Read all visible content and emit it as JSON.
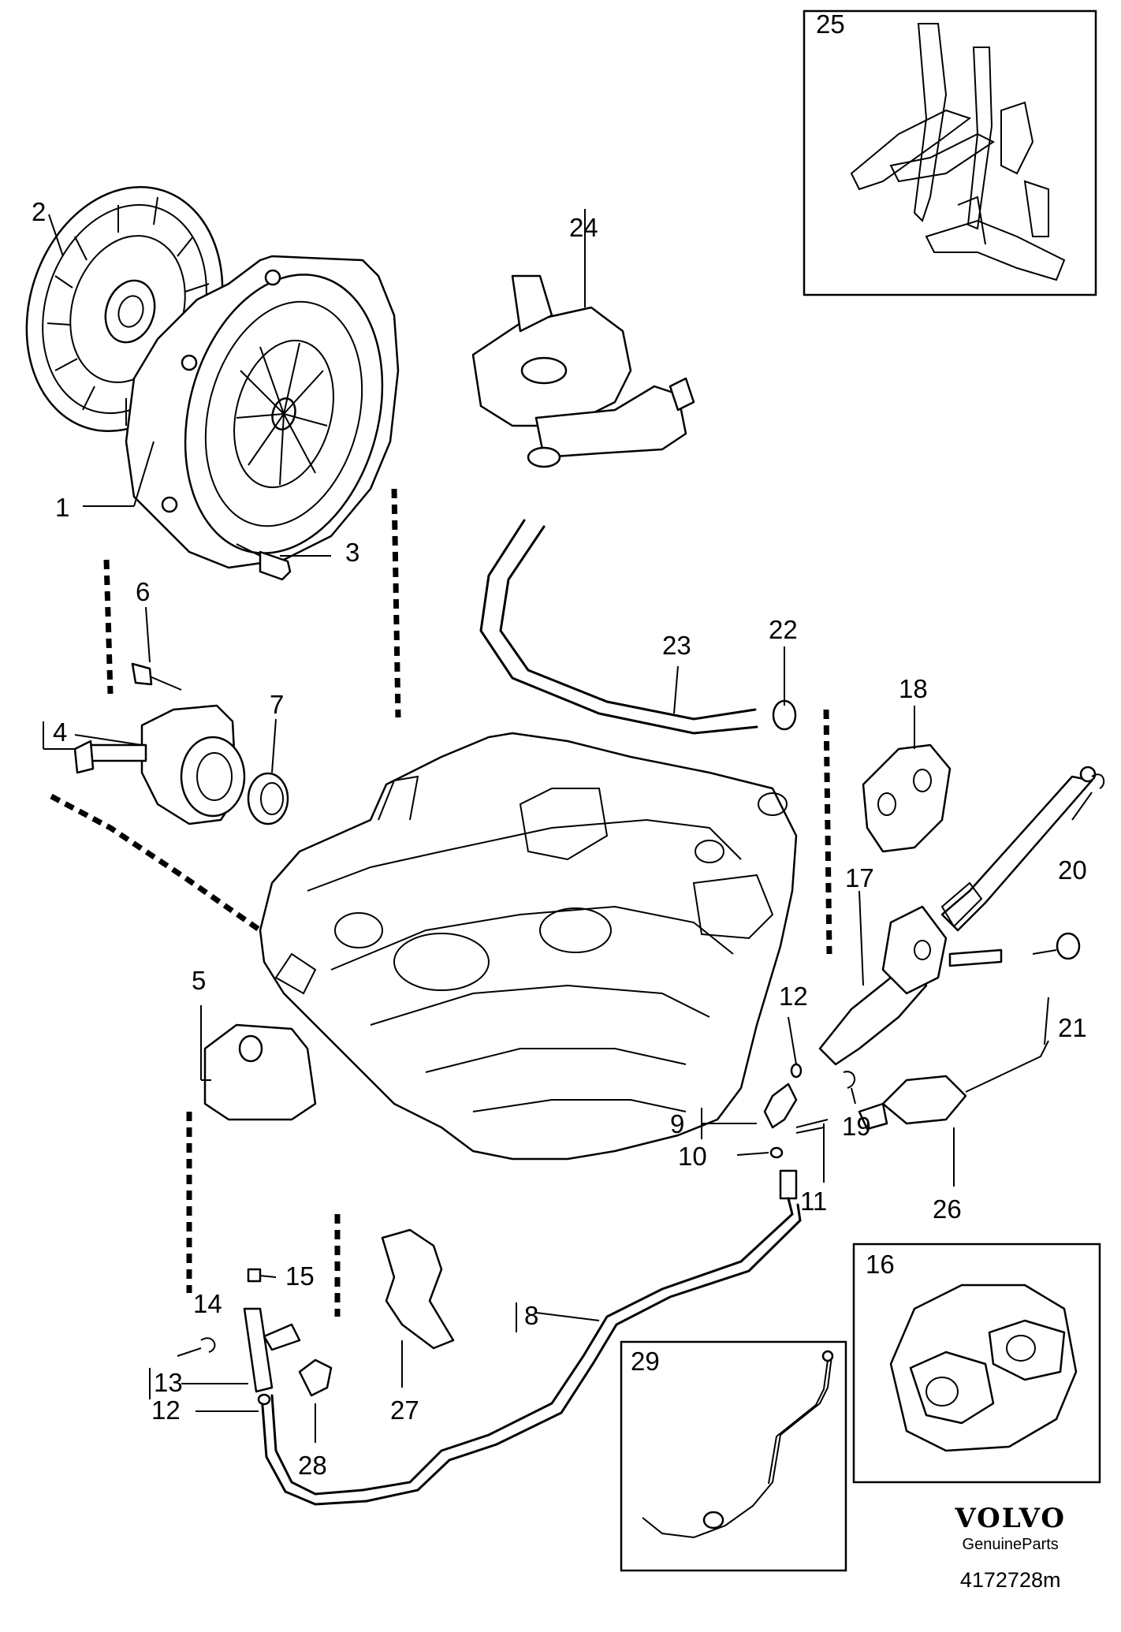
{
  "callouts": [
    {
      "id": "c1",
      "text": "1"
    },
    {
      "id": "c2",
      "text": "2"
    },
    {
      "id": "c3",
      "text": "3"
    },
    {
      "id": "c4",
      "text": "4"
    },
    {
      "id": "c5",
      "text": "5"
    },
    {
      "id": "c6",
      "text": "6"
    },
    {
      "id": "c7",
      "text": "7"
    },
    {
      "id": "c8",
      "text": "8"
    },
    {
      "id": "c9",
      "text": "9"
    },
    {
      "id": "c10",
      "text": "10"
    },
    {
      "id": "c11",
      "text": "11"
    },
    {
      "id": "c12a",
      "text": "12"
    },
    {
      "id": "c12b",
      "text": "12"
    },
    {
      "id": "c13",
      "text": "13"
    },
    {
      "id": "c14",
      "text": "14"
    },
    {
      "id": "c15",
      "text": "15"
    },
    {
      "id": "c16",
      "text": "16"
    },
    {
      "id": "c17",
      "text": "17"
    },
    {
      "id": "c18",
      "text": "18"
    },
    {
      "id": "c19",
      "text": "19"
    },
    {
      "id": "c20",
      "text": "20"
    },
    {
      "id": "c21",
      "text": "21"
    },
    {
      "id": "c22",
      "text": "22"
    },
    {
      "id": "c23",
      "text": "23"
    },
    {
      "id": "c24",
      "text": "24"
    },
    {
      "id": "c25",
      "text": "25"
    },
    {
      "id": "c26",
      "text": "26"
    },
    {
      "id": "c27",
      "text": "27"
    },
    {
      "id": "c28",
      "text": "28"
    },
    {
      "id": "c29",
      "text": "29"
    }
  ],
  "brand": {
    "logo": "VOLVO",
    "subtitle": "GenuineParts",
    "reference": "4172728m"
  }
}
